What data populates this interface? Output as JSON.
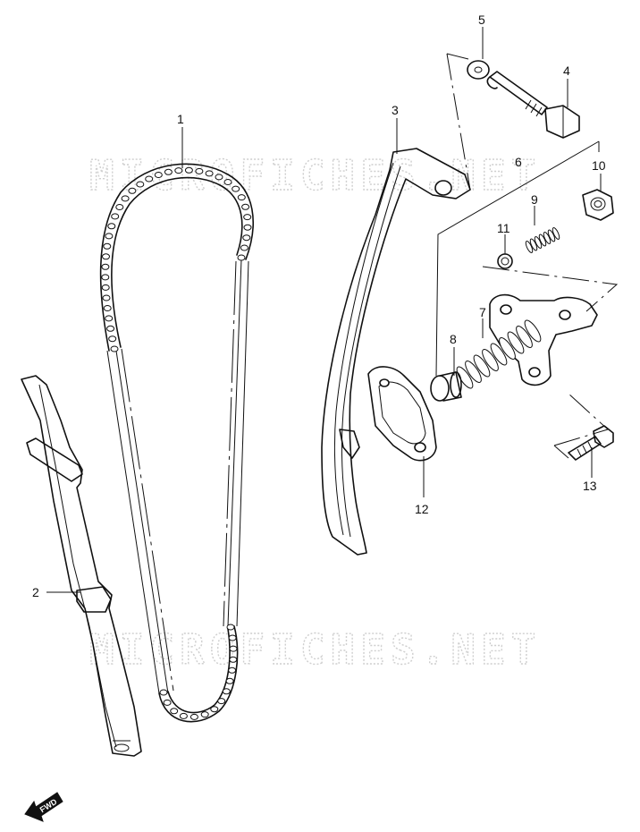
{
  "watermark": {
    "text": "MICROFICHES.NET"
  },
  "fwd_label": "FWD",
  "parts": [
    {
      "number": "1"
    },
    {
      "number": "2"
    },
    {
      "number": "3"
    },
    {
      "number": "4"
    },
    {
      "number": "5"
    },
    {
      "number": "6"
    },
    {
      "number": "7"
    },
    {
      "number": "8"
    },
    {
      "number": "9"
    },
    {
      "number": "10"
    },
    {
      "number": "11"
    },
    {
      "number": "12"
    },
    {
      "number": "13"
    }
  ]
}
